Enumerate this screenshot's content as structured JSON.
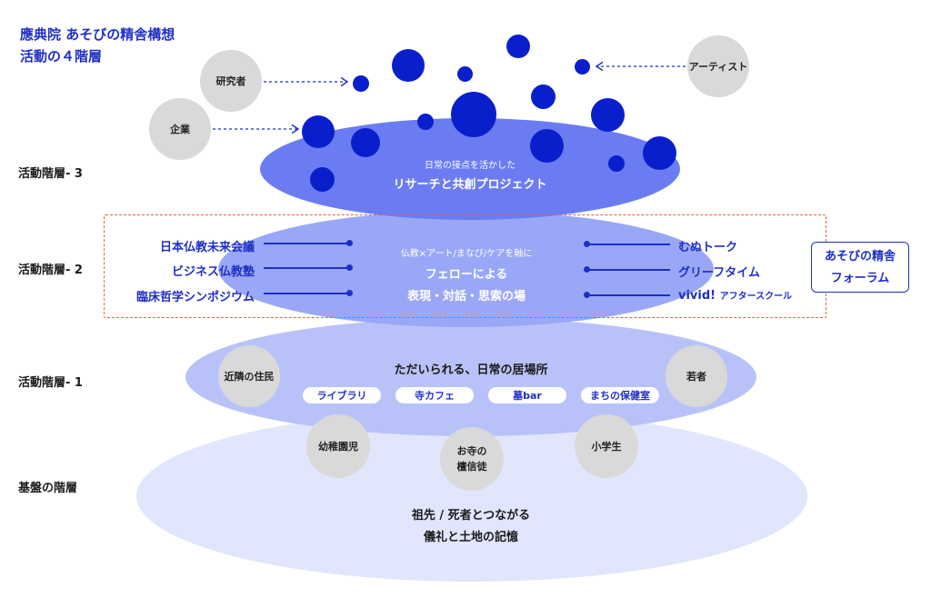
{
  "title": {
    "line1": "應典院 あそびの精舎構想",
    "line2": "活動の４階層"
  },
  "layers": {
    "layer3": {
      "label": "活動階層- 3",
      "subtitle": "日常の接点を活かした",
      "main": "リサーチと共創プロジェクト"
    },
    "layer2": {
      "label": "活動階層- 2",
      "subtitle": "仏教×アート/まなび/ケアを軸に",
      "main1": "フェローによる",
      "main2": "表現・対話・思索の場",
      "left_items": [
        "日本仏教未来会議",
        "ビジネス仏教塾",
        "臨床哲学シンポジウム"
      ],
      "right_items": [
        "むぬトーク",
        "グリーフタイム"
      ],
      "right_item3_main": "vivid!",
      "right_item3_small": "アフタースクール",
      "forum_line1": "あそびの精舎",
      "forum_line2": "フォーラム"
    },
    "layer1": {
      "label": "活動階層- 1",
      "main": "ただいられる、日常の居場所",
      "pills": [
        "ライブラリ",
        "寺カフェ",
        "墓bar",
        "まちの保健室"
      ]
    },
    "base": {
      "label": "基盤の階層",
      "main1": "祖先 / 死者とつながる",
      "main2": "儀礼と土地の記憶"
    }
  },
  "actors": {
    "researcher": "研究者",
    "company": "企業",
    "artist": "アーティスト",
    "neighbors": "近隣の住民",
    "youth": "若者",
    "kindergarten": "幼稚園児",
    "danshinto_line1": "お寺の",
    "danshinto_line2": "檀信徒",
    "elementary": "小学生"
  },
  "colors": {
    "accent": "#1f2fc4",
    "dot": "#0a1fcc",
    "layer3": "#6b7cf2",
    "layer2": "#9aa7f6",
    "layer1": "#b9c2f8",
    "base": "#e1e6fc",
    "dashed": "#e8623a",
    "actor": "#d9d9d9"
  }
}
